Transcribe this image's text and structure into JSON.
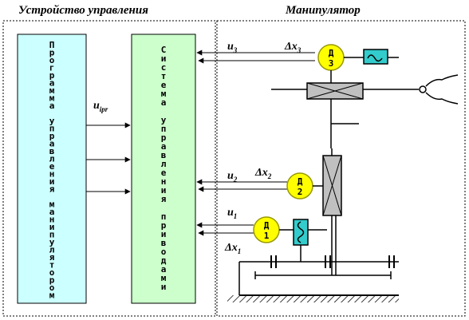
{
  "headings": {
    "control_unit": "Устройство управления",
    "manipulator": "Манипулятор"
  },
  "blocks": {
    "program": "Программа управления манипулятором",
    "control_system": "Система управления приводами"
  },
  "signals": {
    "u_ipr": {
      "main": "u",
      "sub": "ipr"
    },
    "u3": {
      "main": "u",
      "sub": "3"
    },
    "u2": {
      "main": "u",
      "sub": "2"
    },
    "u1": {
      "main": "u",
      "sub": "1"
    },
    "dx3": {
      "main": "Δx",
      "sub": "3"
    },
    "dx2": {
      "main": "Δx",
      "sub": "2"
    },
    "dx1": {
      "main": "Δx",
      "sub": "1"
    }
  },
  "sensors": [
    {
      "id": "d3",
      "letter": "Д",
      "number": "3"
    },
    {
      "id": "d2",
      "letter": "Д",
      "number": "2"
    },
    {
      "id": "d1",
      "letter": "Д",
      "number": "1"
    }
  ],
  "colors": {
    "program_fill": "#CCFFFF",
    "control_fill": "#CCFFCC",
    "sensor_fill": "#FFFF00",
    "sensor_stroke": "#999900",
    "brake_fill": "#33CCCC",
    "actuator_fill": "#C0C0C0"
  }
}
